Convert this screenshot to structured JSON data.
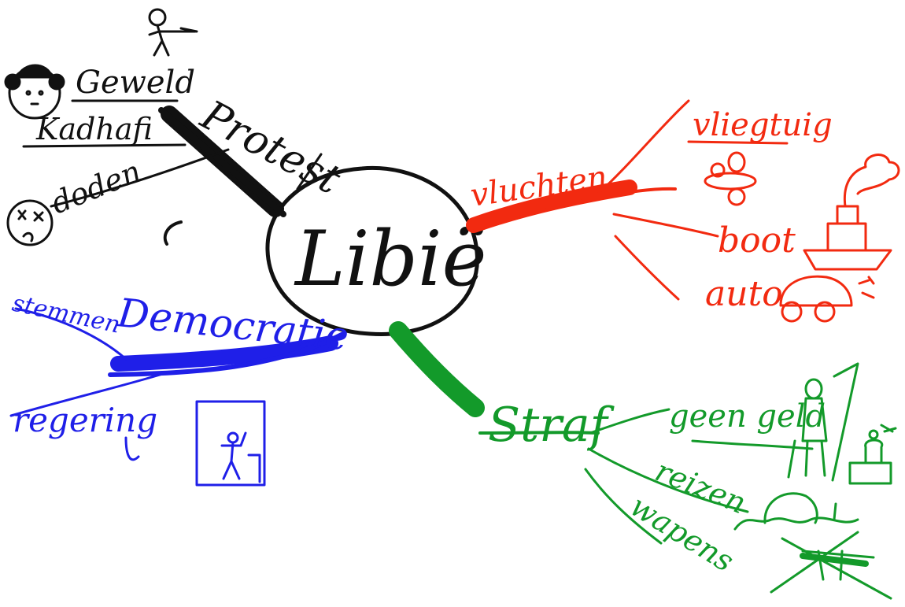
{
  "center": {
    "label": "Libië"
  },
  "branches": {
    "protest": {
      "label": "Protest",
      "color": "#111111",
      "children": [
        "Geweld",
        "Kadhafi",
        "doden"
      ]
    },
    "vluchten": {
      "label": "vluchten",
      "color": "#f22a10",
      "children": [
        "vliegtuig",
        "boot",
        "auto"
      ]
    },
    "democratie": {
      "label": "Democratie",
      "color": "#1f1fe8",
      "children": [
        "stemmen",
        "regering"
      ]
    },
    "straf": {
      "label": "Straf",
      "color": "#139a2a",
      "children": [
        "geen geld",
        "reizen",
        "wapens"
      ]
    }
  },
  "icons": [
    "stick-figure-with-gun-icon",
    "kadhafi-face-icon",
    "dead-face-icon",
    "airplane-icon",
    "ship-icon",
    "car-icon",
    "voting-booth-icon",
    "person-with-money-icon",
    "money-bag-icon",
    "sun-hills-icon",
    "crossed-out-weapon-icon"
  ]
}
